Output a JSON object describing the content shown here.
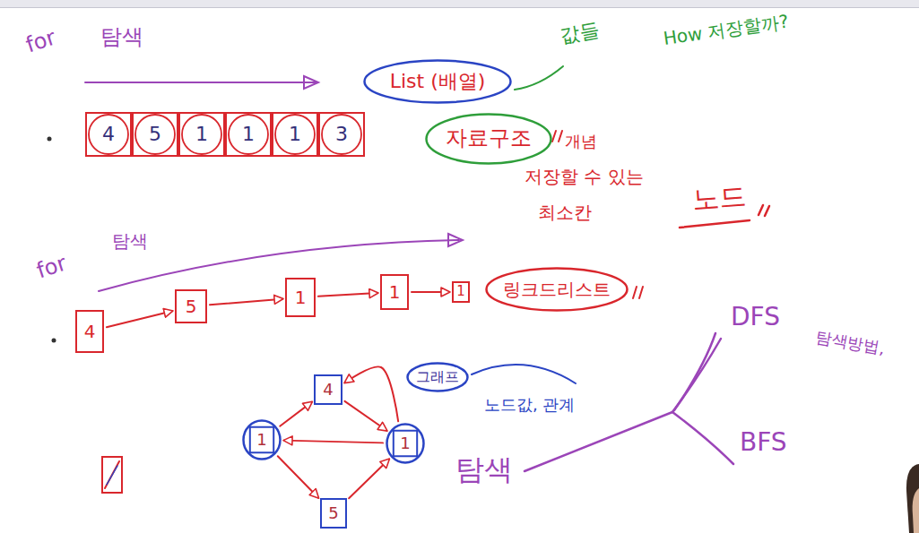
{
  "diagram": {
    "nodes": [
      {
        "text": [
          "4"
        ]
      },
      {
        "text": [
          "5"
        ]
      },
      {
        "text": [
          "1"
        ]
      },
      {
        "text": [
          "1"
        ]
      },
      {
        "text": [
          "1"
        ]
      },
      {
        "text": [
          "3"
        ]
      },
      {
        "text": [
          "List (배열)"
        ]
      },
      {
        "text": [
          "자료구조"
        ]
      },
      {
        "text": [
          "4"
        ]
      },
      {
        "text": [
          "5"
        ]
      },
      {
        "text": [
          "1"
        ]
      },
      {
        "text": [
          "1"
        ]
      },
      {
        "text": [
          "1"
        ]
      },
      {
        "text": [
          "링크드리스트"
        ]
      },
      {
        "text": [
          "4"
        ]
      },
      {
        "text": [
          "1"
        ]
      },
      {
        "text": [
          "1"
        ]
      },
      {
        "text": [
          "5"
        ]
      },
      {
        "text": [
          "그래프"
        ]
      }
    ],
    "edges": [
      {
        "from": 8,
        "to": 9,
        "arrow": "to"
      },
      {
        "from": 9,
        "to": 10,
        "arrow": "to"
      },
      {
        "from": 10,
        "to": 11,
        "arrow": "to"
      },
      {
        "from": 11,
        "to": 12,
        "arrow": "to"
      },
      {
        "from": 15,
        "to": 14,
        "arrow": "to"
      },
      {
        "from": 14,
        "to": 16,
        "arrow": "to"
      },
      {
        "from": 16,
        "to": 14,
        "arrow": "to"
      },
      {
        "from": 16,
        "to": 15,
        "arrow": "to"
      },
      {
        "from": 15,
        "to": 17,
        "arrow": "to"
      },
      {
        "from": 17,
        "to": 16,
        "arrow": "to"
      }
    ],
    "labels": [
      "for",
      "탐색",
      "값들",
      "How 저장할까?",
      "개념",
      "저장할 수 있는",
      "최소칸",
      "노드",
      "for",
      "탐색",
      "노드값, 관계",
      "탐색",
      "DFS",
      "BFS",
      "탐색방법,"
    ]
  }
}
